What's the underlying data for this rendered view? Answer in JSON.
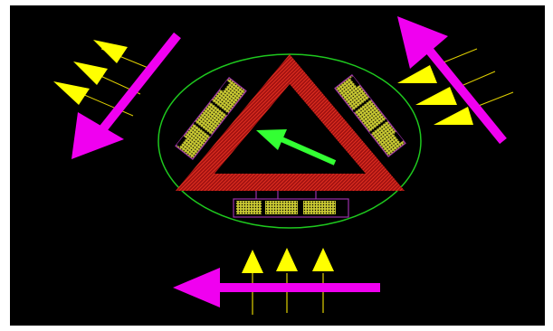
{
  "colors": {
    "background": "#000000",
    "border": "#ffffff",
    "ellipse_stroke": "#1ec81e",
    "triangle_fill": "#a01010",
    "triangle_hatch": "#e03020",
    "panel_fill": "#c8c832",
    "panel_outline": "#9a2fa8",
    "panel_divider": "#000000",
    "wind_arrow": "#f000f0",
    "wave_arrow": "#ffff00",
    "wave_line": "#e0d000",
    "center_arrow": "#33ff33"
  },
  "icons": {
    "wind_arrow": "magenta-arrow-icon",
    "wave_arrow": "yellow-arrowhead-icon",
    "center_arrow": "green-arrow-icon",
    "panel": "hatched-panel-icon"
  },
  "groups": {
    "top_left": {
      "wind_direction": "down-left",
      "wave_arrow_count": 3
    },
    "top_right": {
      "wind_direction": "up-left",
      "wave_arrow_count": 3
    },
    "bottom": {
      "wind_direction": "left",
      "wave_arrow_count": 3
    }
  },
  "triangle": {
    "panel_count": 3,
    "cells_per_panel": 3
  }
}
